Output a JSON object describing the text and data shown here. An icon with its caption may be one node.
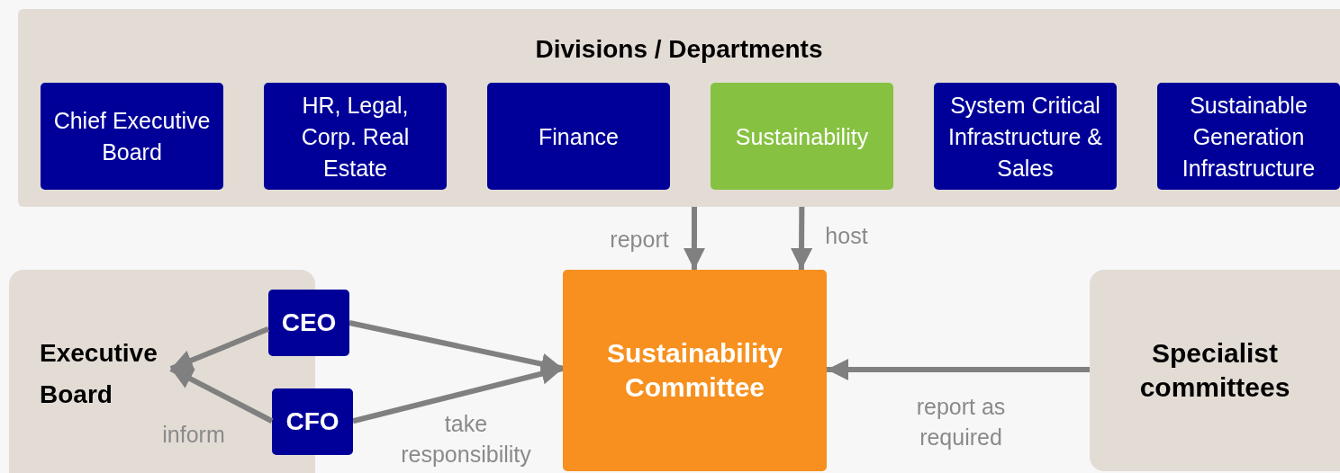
{
  "diagram": {
    "nodes": [
      {
        "text": [
          "Divisions / Departments"
        ]
      },
      {
        "text": [
          "Chief Executive Board"
        ],
        "in": 0
      },
      {
        "text": [
          "HR, Legal, Corp. Real Estate"
        ],
        "in": 0
      },
      {
        "text": [
          "Finance"
        ],
        "in": 0
      },
      {
        "text": [
          "Sustainability"
        ],
        "in": 0
      },
      {
        "text": [
          "System Critical Infrastructure & Sales"
        ],
        "in": 0
      },
      {
        "text": [
          "Sustainable Generation Infrastructure"
        ],
        "in": 0
      },
      {
        "text": [
          "Executive Board"
        ]
      },
      {
        "text": [
          "CEO"
        ]
      },
      {
        "text": [
          "CFO"
        ]
      },
      {
        "text": [
          "Sustainability Committee"
        ]
      },
      {
        "text": [
          "Specialist committees"
        ]
      }
    ],
    "edges": [
      {
        "from": 0,
        "to": 10,
        "arrow": "to",
        "label": "report"
      },
      {
        "from": 4,
        "to": 10,
        "arrow": "to",
        "label": "host"
      },
      {
        "from": 8,
        "to": 7,
        "arrow": "to"
      },
      {
        "from": 9,
        "to": 7,
        "arrow": "to",
        "label": "inform"
      },
      {
        "from": 8,
        "to": 10,
        "arrow": "to"
      },
      {
        "from": 9,
        "to": 10,
        "arrow": "to",
        "label": "take responsibility"
      },
      {
        "from": 11,
        "to": 10,
        "arrow": "to",
        "label": "report as required"
      }
    ]
  }
}
